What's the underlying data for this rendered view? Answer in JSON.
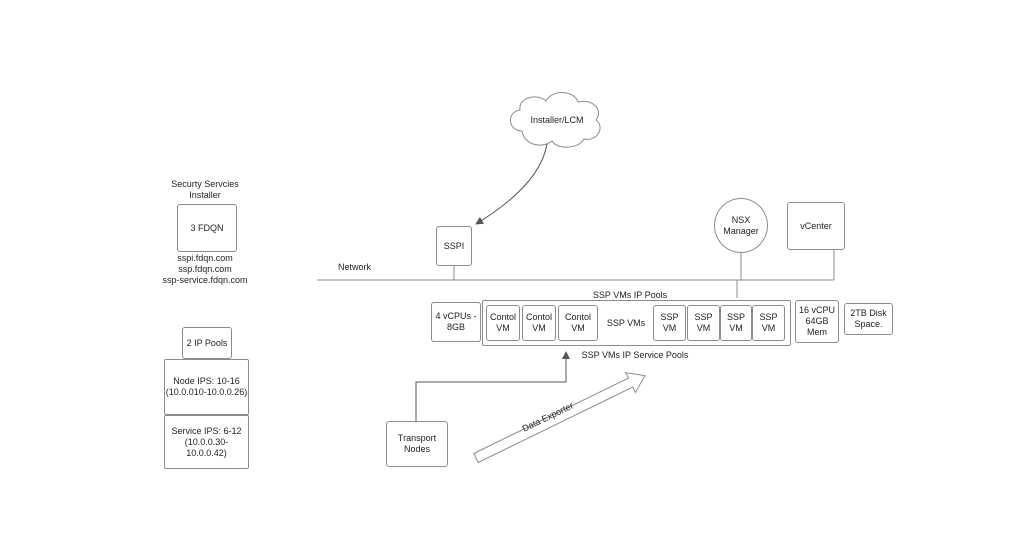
{
  "installer": {
    "title": "Securty Servcies\nInstaller",
    "fqdn_box": "3 FDQN",
    "fqdns": "sspi.fdqn.com\nssp.fdqn.com\nssp-service.fdqn.com"
  },
  "ip_pools": {
    "header": "2 IP Pools",
    "node_ips": "Node IPS: 10-16\n(10.0.010-10.0.0.26)",
    "service_ips": "Service IPS: 6-12\n(10.0.0.30-10.0.0.42)"
  },
  "cloud_label": "Installer/LCM",
  "sspi_label": "SSPI",
  "nsx_manager_label": "NSX\nManager",
  "vcenter_label": "vCenter",
  "network_label": "Network",
  "pool_top_label": "SSP VMs IP Pools",
  "pool_bottom_label": "SSP VMs IP Service Pools",
  "control_cpu_label": "4 vCPUs -\n8GB",
  "control_vms": [
    "Contol\nVM",
    "Contol\nVM",
    "Contol\nVM"
  ],
  "ssp_vms_label": "SSP VMs",
  "ssp_vms": [
    "SSP\nVM",
    "SSP\nVM",
    "SSP\nVM",
    "SSP\nVM"
  ],
  "ssp_cpu_label": "16 vCPU\n64GB\nMem",
  "disk_label": "2TB Disk\nSpace.",
  "transport_label": "Transport\nNodes",
  "exporter_label": "Data Exporter",
  "colors": {
    "stroke": "#8c8c8c",
    "text": "#222222",
    "background": "#ffffff"
  }
}
